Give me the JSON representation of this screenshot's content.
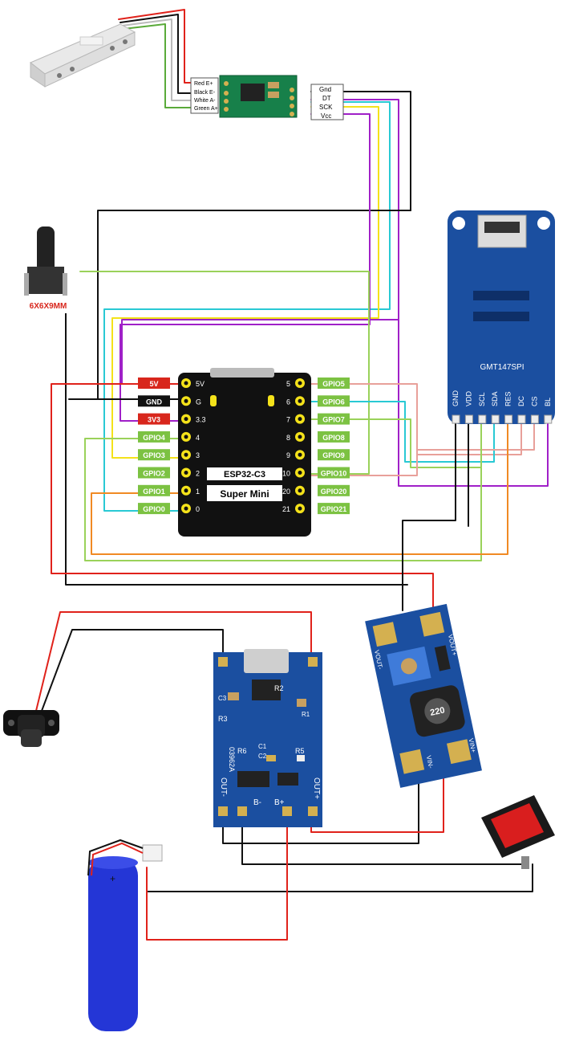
{
  "load_cell": {
    "wires": [
      "Red E+",
      "Black E-",
      "White A-",
      "Green A+"
    ]
  },
  "hx711": {
    "pins": [
      "Gnd",
      "DT",
      "SCK",
      "Vcc"
    ]
  },
  "button": {
    "label": "6X6X9MM"
  },
  "esp32": {
    "name_line1": "ESP32-C3",
    "name_line2": "Super Mini",
    "left_pins": [
      {
        "label": "5V",
        "num": "5V",
        "color": "#d8261c",
        "text": "#ffffff"
      },
      {
        "label": "GND",
        "num": "G",
        "color": "#111111",
        "text": "#ffffff"
      },
      {
        "label": "3V3",
        "num": "3.3",
        "color": "#d8261c",
        "text": "#ffffff"
      },
      {
        "label": "GPIO4",
        "num": "4",
        "color": "#7cc242",
        "text": "#ffffff"
      },
      {
        "label": "GPIO3",
        "num": "3",
        "color": "#7cc242",
        "text": "#ffffff"
      },
      {
        "label": "GPIO2",
        "num": "2",
        "color": "#7cc242",
        "text": "#ffffff"
      },
      {
        "label": "GPIO1",
        "num": "1",
        "color": "#7cc242",
        "text": "#ffffff"
      },
      {
        "label": "GPIO0",
        "num": "0",
        "color": "#7cc242",
        "text": "#ffffff"
      }
    ],
    "right_pins": [
      {
        "label": "GPIO5",
        "num": "5"
      },
      {
        "label": "GPIO6",
        "num": "6"
      },
      {
        "label": "GPIO7",
        "num": "7"
      },
      {
        "label": "GPIO8",
        "num": "8"
      },
      {
        "label": "GPIO9",
        "num": "9"
      },
      {
        "label": "GPIO10",
        "num": "10"
      },
      {
        "label": "GPIO20",
        "num": "20"
      },
      {
        "label": "GPIO21",
        "num": "21"
      }
    ]
  },
  "display": {
    "name": "GMT147SPI",
    "pins": [
      "GND",
      "VDD",
      "SCL",
      "SDA",
      "RES",
      "DC",
      "CS",
      "BL"
    ]
  },
  "charger": {
    "labels": [
      "OUT-",
      "OUT+",
      "B-",
      "B+",
      "03962A",
      "R2",
      "R3",
      "R6",
      "R5",
      "C1",
      "C2",
      "C3",
      "R1"
    ]
  },
  "boost": {
    "labels": [
      "VOUT-",
      "VOUT+",
      "VIN-",
      "VIN+",
      "220"
    ]
  },
  "colors": {
    "red": "#e0221b",
    "black": "#111111",
    "yellow": "#f4e21a",
    "cyan": "#29c9d4",
    "purple": "#a020c8",
    "pink": "#e8a09a",
    "green": "#9ad25a",
    "orange": "#f08a24",
    "pcb_blue": "#1b4fa0",
    "pcb_green": "#17804a"
  }
}
